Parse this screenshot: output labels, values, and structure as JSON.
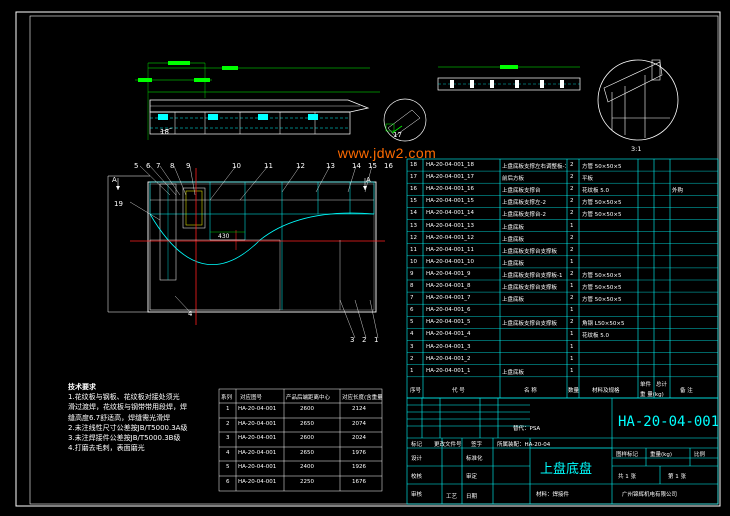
{
  "watermark": "www.jdw2.com",
  "scale_label": "3:1",
  "notes": {
    "title": "技术要求",
    "lines": [
      "1.花纹板与钢板、花纹板对接处须光",
      "滑过渡焊，花纹板与钢带带用段焊，焊",
      "缝高度6.7舒适高，焊缝需光滑焊",
      "2.未注线性尺寸公差按JB/T5000.3A级",
      "3.未注焊接件公差按JB/T5000.3B级",
      "4.打磨去毛刺，表面磨光"
    ]
  },
  "size_table": {
    "headers": [
      "系列",
      "对应图号",
      "产品后端距离中心",
      "对应长度(含重量)"
    ],
    "rows": [
      [
        "1",
        "HA-20-04-001",
        "2600",
        "2124"
      ],
      [
        "2",
        "HA-20-04-001",
        "2650",
        "2074"
      ],
      [
        "3",
        "HA-20-04-001",
        "2600",
        "2024"
      ],
      [
        "4",
        "HA-20-04-001",
        "2650",
        "1976"
      ],
      [
        "5",
        "HA-20-04-001",
        "2400",
        "1926"
      ],
      [
        "6",
        "HA-20-04-001",
        "2250",
        "1676"
      ]
    ]
  },
  "callouts": [
    "5",
    "6",
    "7",
    "8",
    "9",
    "10",
    "11",
    "12",
    "13",
    "14",
    "15",
    "16",
    "19",
    "4",
    "3",
    "2",
    "1",
    "17",
    "18",
    "A",
    "A"
  ],
  "dim_small": "430",
  "bom": {
    "rows": [
      [
        "18",
        "HA-20-04-001_18",
        "上盘底板支撑左右调整板-1",
        "2",
        "方管 50×50×5",
        ""
      ],
      [
        "17",
        "HA-20-04-001_17",
        "前后方板",
        "2",
        "平板",
        ""
      ],
      [
        "16",
        "HA-20-04-001_16",
        "上盘底板支撑台",
        "2",
        "花纹板 5.0",
        "外购"
      ],
      [
        "15",
        "HA-20-04-001_15",
        "上盘底板支撑左-2",
        "2",
        "方管 50×50×5",
        ""
      ],
      [
        "14",
        "HA-20-04-001_14",
        "上盘底板支撑台-2",
        "2",
        "方管 50×50×5",
        ""
      ],
      [
        "13",
        "HA-20-04-001_13",
        "上盘底板",
        "1",
        "",
        ""
      ],
      [
        "12",
        "HA-20-04-001_12",
        "上盘底板",
        "2",
        "",
        ""
      ],
      [
        "11",
        "HA-20-04-001_11",
        "上盘底板支撑台支撑板",
        "2",
        "",
        ""
      ],
      [
        "10",
        "HA-20-04-001_10",
        "上盘底板",
        "1",
        "",
        ""
      ],
      [
        "9",
        "HA-20-04-001_9",
        "上盘底板支撑台支撑板-1",
        "2",
        "方管 50×50×5",
        ""
      ],
      [
        "8",
        "HA-20-04-001_8",
        "上盘底板支撑台支撑板",
        "1",
        "方管 50×50×5",
        ""
      ],
      [
        "7",
        "HA-20-04-001_7",
        "上盘底板",
        "2",
        "方管 50×50×5",
        ""
      ],
      [
        "6",
        "HA-20-04-001_6",
        "",
        "1",
        "",
        ""
      ],
      [
        "5",
        "HA-20-04-001_5",
        "上盘底板支撑台支撑板",
        "2",
        "角钢 L50×50×5",
        ""
      ],
      [
        "4",
        "HA-20-04-001_4",
        "",
        "1",
        "花纹板 5.0",
        ""
      ],
      [
        "3",
        "HA-20-04-001_3",
        "",
        "1",
        "",
        ""
      ],
      [
        "2",
        "HA-20-04-001_2",
        "",
        "1",
        "",
        ""
      ],
      [
        "1",
        "HA-20-04-001_1",
        "上盘底板",
        "1",
        "",
        ""
      ]
    ],
    "header": [
      "序号",
      "代 号",
      "名 称",
      "数量",
      "材料及规格",
      "单件",
      "总计",
      "备 注"
    ],
    "header_sub": "重 量(kg)"
  },
  "title_block": {
    "drawing_no": "HA-20-04-001",
    "part_name": "上盘底盘",
    "material": "材料：焊接件",
    "company": "广州锦辉机电有限公司",
    "labels": {
      "design": "设计",
      "check": "校核",
      "audit": "审核",
      "std": "标准化",
      "approve": "审定",
      "process": "工艺",
      "date": "日期",
      "stage": "图样标记",
      "weight": "重量(kg)",
      "scale": "比例",
      "sheet_total": "共 1 张",
      "sheet_no": "第 1 张",
      "old_no": "替代：PSA",
      "belongs": "所属装配：HA-20-04",
      "sign": "签字",
      "change": "更改文件号",
      "mark": "标记"
    }
  }
}
